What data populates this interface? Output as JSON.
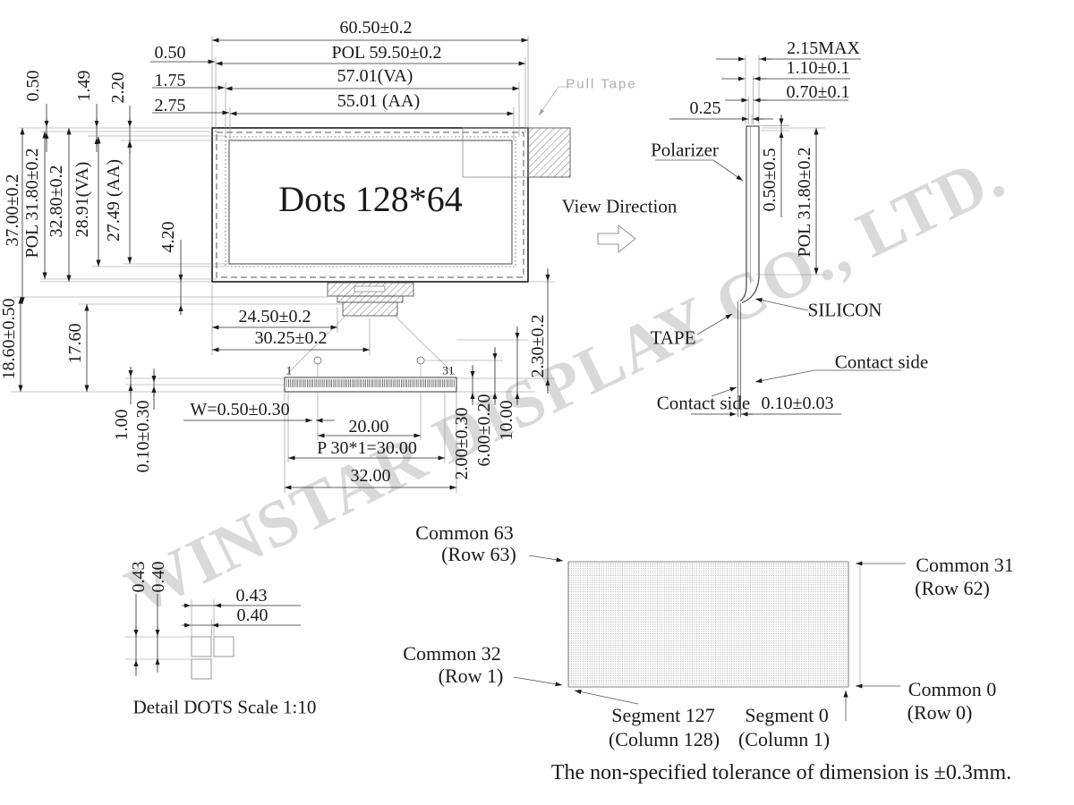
{
  "watermark": "WINSTAR DISPLAY CO., LTD.",
  "front": {
    "display_area_text": "Dots 128*64",
    "pull_tape": "Pull Tape",
    "pin_first": "1",
    "pin_last": "31"
  },
  "dims_top": {
    "overall": "60.50±0.2",
    "pol": "POL 59.50±0.2",
    "va": "57.01(VA)",
    "aa": "55.01 (AA)",
    "pol_offset": "0.50",
    "va_offset": "1.75",
    "aa_offset": "2.75"
  },
  "dims_left": {
    "pol_offset": "0.50",
    "va_offset": "1.49",
    "aa_offset": "2.20",
    "overall": "37.00±0.2",
    "pol": "POL 31.80±0.2",
    "glass": "32.80±0.2",
    "va": "28.91(VA)",
    "aa": "27.49 (AA)",
    "bottom_gap": "4.20",
    "tail": "18.60±0.50",
    "tail_inner": "17.60",
    "pin": "1.00",
    "pin_offset": "0.10±0.30"
  },
  "dims_bottom": {
    "tape_left": "24.50±0.2",
    "connector": "30.25±0.2",
    "pin_width": "W=0.50±0.30",
    "hole_pitch": "20.00",
    "pin_pitch": "P 30*1=30.00",
    "fpc_width": "32.00",
    "fpc_thick": "2.00±0.30",
    "hole_edge": "6.00±0.20",
    "fpc_len": "10.00",
    "gap": "2.30±0.2"
  },
  "side": {
    "max_thickness": "2.15MAX",
    "glass": "1.10±0.1",
    "cell": "0.70±0.1",
    "pol_thick": "0.25",
    "polarizer": "Polarizer",
    "pol_top_offset": "0.50±0.5",
    "pol_height": "POL 31.80±0.2",
    "silicon": "SILICON",
    "tape": "TAPE",
    "contact_right": "Contact side",
    "contact_left": "Contact side",
    "contact_gap": "0.10±0.03",
    "view_direction": "View Direction"
  },
  "pinout": {
    "common63": "Common 63",
    "row63": "(Row 63)",
    "common31": "Common 31",
    "row62": "(Row 62)",
    "common32": "Common 32",
    "row1": "(Row 1)",
    "common0": "Common 0",
    "row0": "(Row 0)",
    "segment127": "Segment 127",
    "segment0": "Segment 0",
    "column128": "(Column 128)",
    "column1": "(Column 1)"
  },
  "detail": {
    "pitch_v": "0.43",
    "size_v": "0.40",
    "pitch_h": "0.43",
    "size_h": "0.40",
    "caption": "Detail DOTS  Scale 1:10"
  },
  "note": "The non-specified tolerance of dimension is ±0.3mm."
}
